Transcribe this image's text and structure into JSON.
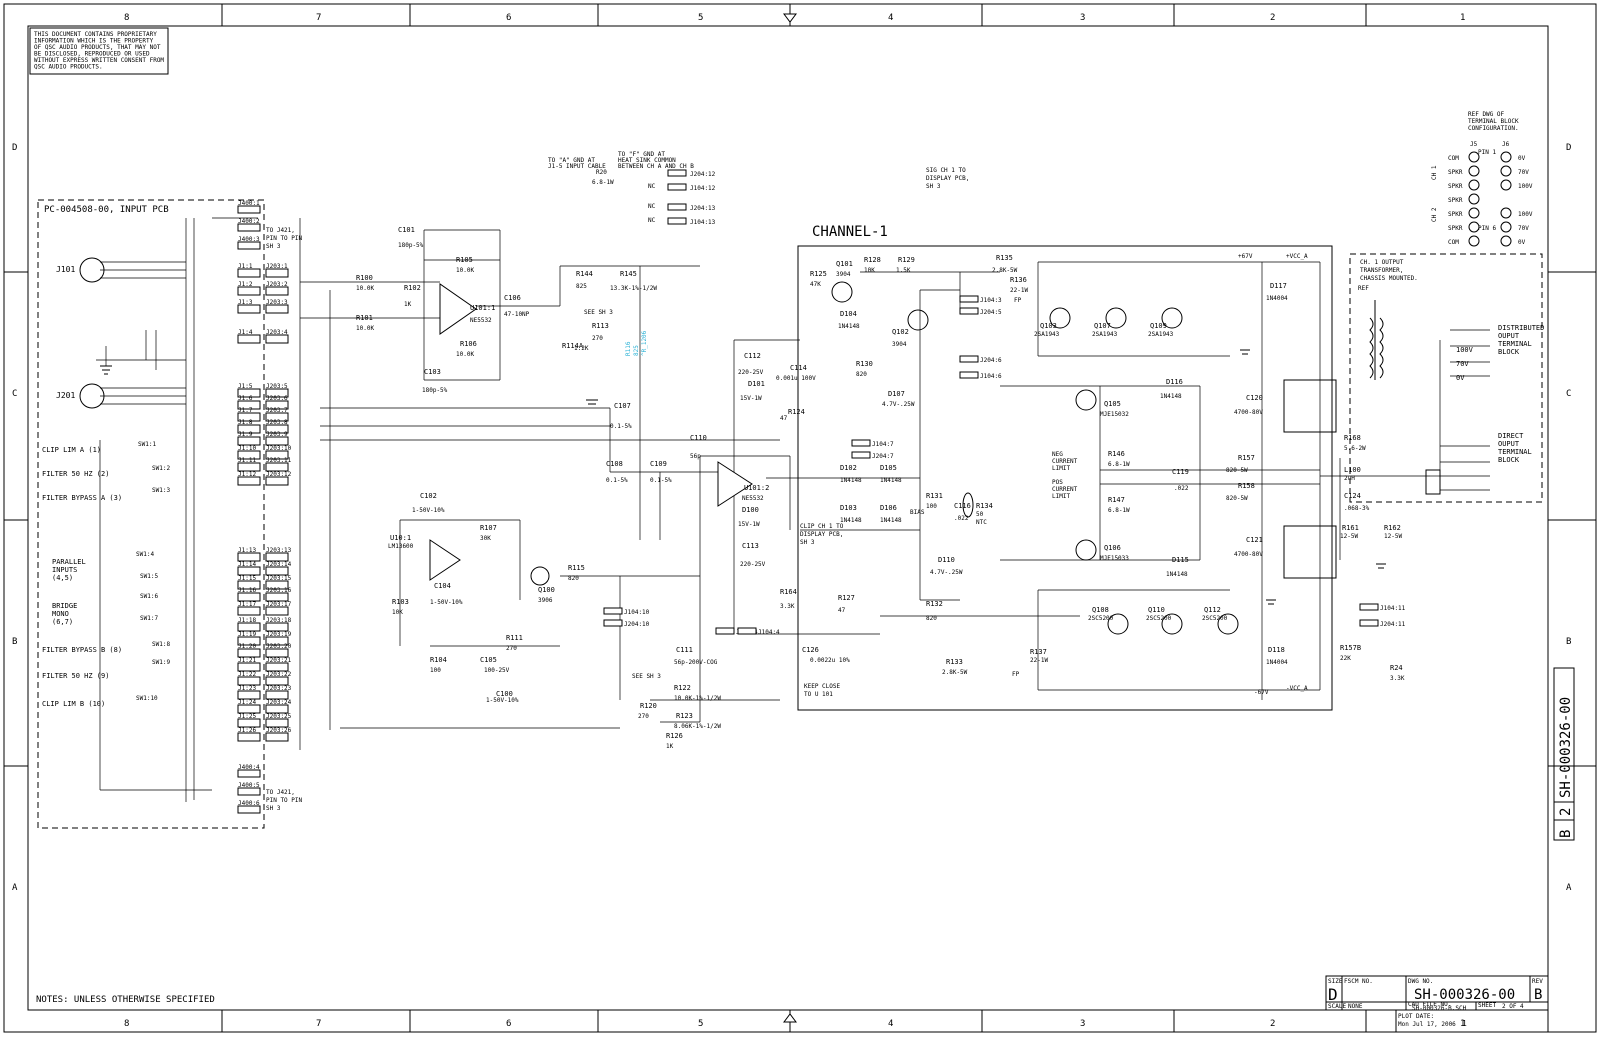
{
  "zone_columns": [
    "8",
    "7",
    "6",
    "5",
    "4",
    "3",
    "2",
    "1"
  ],
  "zone_rows": [
    "D",
    "C",
    "B",
    "A"
  ],
  "proprietary_notice": [
    "THIS DOCUMENT CONTAINS PROPRIETARY",
    "INFORMATION WHICH IS THE PROPERTY",
    "OF QSC AUDIO PRODUCTS, THAT MAY NOT",
    "BE DISCLOSED, REPRODUCED OR USED",
    "WITHOUT EXPRESS WRITTEN CONSENT FROM",
    "QSC AUDIO PRODUCTS."
  ],
  "input_pcb_label": "PC-004508-00, INPUT PCB",
  "channel_title": "CHANNEL-1",
  "notes": "NOTES: UNLESS OTHERWISE SPECIFIED",
  "switch_labels": [
    "CLIP LIM A (1)",
    "FILTER 50 HZ (2)",
    "FILTER BYPASS A (3)",
    "PARALLEL",
    "INPUTS",
    "(4,5)",
    "BRIDGE",
    "MONO",
    "(6,7)",
    "FILTER BYPASS B (8)",
    "FILTER 50 HZ (9)",
    "CLIP LIM B (10)"
  ],
  "connectors_left": [
    "J101",
    "J201"
  ],
  "header_j400": [
    "J400:1",
    "J400:2",
    "J400:3"
  ],
  "header_j400_bottom": [
    "J400:4",
    "J400:5",
    "J400:6"
  ],
  "j400_note_top": [
    "TO J421,",
    "PIN TO PIN",
    "SH 3"
  ],
  "j400_note_bottom": [
    "TO J421,",
    "PIN TO PIN",
    "SH 3"
  ],
  "j1_pins": [
    "J1:1",
    "J1:2",
    "J1:3",
    "J1:4",
    "J1:5",
    "J1:6",
    "J1:7",
    "J1:8",
    "J1:9",
    "J1:10",
    "J1:11",
    "J1:12",
    "J1:13",
    "J1:14",
    "J1:15",
    "J1:16",
    "J1:17",
    "J1:18",
    "J1:19",
    "J1:20",
    "J1:21",
    "J1:22",
    "J1:23",
    "J1:24",
    "J1:25",
    "J1:26"
  ],
  "j203_pins": [
    "J203:1",
    "J203:2",
    "J203:3",
    "J203:4",
    "J203:5",
    "J203:6",
    "J203:7",
    "J203:8",
    "J203:9",
    "J203:10",
    "J203:11",
    "J203:12",
    "J203:13",
    "J203:14",
    "J203:15",
    "J203:16",
    "J203:17",
    "J203:18",
    "J203:19",
    "J203:20",
    "J203:21",
    "J203:22",
    "J203:23",
    "J203:24",
    "J203:25",
    "J203:26"
  ],
  "switch_refs": [
    "SW1:1",
    "SW1:2",
    "SW1:3",
    "SW1:4",
    "SW1:5",
    "SW1:6",
    "SW1:7",
    "SW1:8",
    "SW1:9",
    "SW1:10"
  ],
  "components": [
    {
      "ref": "C101",
      "val": "180p-5%"
    },
    {
      "ref": "R105",
      "val": "10.0K"
    },
    {
      "ref": "R100",
      "val": "10.0K"
    },
    {
      "ref": "R102",
      "val": "1K"
    },
    {
      "ref": "R101",
      "val": "10.0K"
    },
    {
      "ref": "U101:1",
      "val": "NE5532"
    },
    {
      "ref": "C106",
      "val": "47-10NP"
    },
    {
      "ref": "R106",
      "val": "10.0K"
    },
    {
      "ref": "C103",
      "val": "180p-5%"
    },
    {
      "ref": "R144",
      "val": "825"
    },
    {
      "ref": "R145",
      "val": "13.3K-1%-1/2W"
    },
    {
      "ref": "R113",
      "val": "270"
    },
    {
      "ref": "R114A",
      "val": "1.2K"
    },
    {
      "ref": "C107",
      "val": "0.1-5%"
    },
    {
      "ref": "C108",
      "val": "0.1-5%"
    },
    {
      "ref": "C109",
      "val": "0.1-5%"
    },
    {
      "ref": "C110",
      "val": "56p"
    },
    {
      "ref": "U101:2",
      "val": "NE5532"
    },
    {
      "ref": "C112",
      "val": "220-25V"
    },
    {
      "ref": "D101",
      "val": "15V-1W"
    },
    {
      "ref": "D100",
      "val": "15V-1W"
    },
    {
      "ref": "C113",
      "val": "220-25V"
    },
    {
      "ref": "R125",
      "val": "47K"
    },
    {
      "ref": "Q101",
      "val": "3904"
    },
    {
      "ref": "R128",
      "val": "10K"
    },
    {
      "ref": "R129",
      "val": "1.5K"
    },
    {
      "ref": "Q102",
      "val": "3904"
    },
    {
      "ref": "D104",
      "val": "1N4148"
    },
    {
      "ref": "R135",
      "val": "2.8K-5W"
    },
    {
      "ref": "R130",
      "val": "820"
    },
    {
      "ref": "D107",
      "val": "4.7V-.25W"
    },
    {
      "ref": "C114",
      "val": "0.001u 100V"
    },
    {
      "ref": "R124",
      "val": "47"
    },
    {
      "ref": "D102",
      "val": "1N4148"
    },
    {
      "ref": "D105",
      "val": "1N4148"
    },
    {
      "ref": "D103",
      "val": "1N4148"
    },
    {
      "ref": "D106",
      "val": "1N4148"
    },
    {
      "ref": "R131",
      "val": "100"
    },
    {
      "ref": "C116",
      "val": ".022"
    },
    {
      "ref": "R134",
      "val": "50"
    },
    {
      "ref": "R136",
      "val": "22-1W"
    },
    {
      "ref": "Q103",
      "val": "2SA1943"
    },
    {
      "ref": "Q107",
      "val": "2SA1943"
    },
    {
      "ref": "Q109",
      "val": "2SA1943"
    },
    {
      "ref": "D117",
      "val": "1N4004"
    },
    {
      "ref": "Q105",
      "val": "MJE15032"
    },
    {
      "ref": "Q106",
      "val": "MJE15033"
    },
    {
      "ref": "D116",
      "val": "1N4148"
    },
    {
      "ref": "D115",
      "val": "1N4148"
    },
    {
      "ref": "R146",
      "val": "6.8-1W"
    },
    {
      "ref": "R147",
      "val": "6.8-1W"
    },
    {
      "ref": "C119",
      "val": ".022"
    },
    {
      "ref": "R157",
      "val": "820-5W"
    },
    {
      "ref": "R158",
      "val": "820-5W"
    },
    {
      "ref": "C120",
      "val": "4700-80V"
    },
    {
      "ref": "C121",
      "val": "4700-80V"
    },
    {
      "ref": "R168",
      "val": "5.6-2W"
    },
    {
      "ref": "L100",
      "val": "2uH"
    },
    {
      "ref": "C124",
      "val": ".068-3%"
    },
    {
      "ref": "R161",
      "val": "12-5W"
    },
    {
      "ref": "R162",
      "val": "12-5W"
    },
    {
      "ref": "Q108",
      "val": "2SC5200"
    },
    {
      "ref": "Q110",
      "val": "2SC5200"
    },
    {
      "ref": "Q112",
      "val": "2SC5200"
    },
    {
      "ref": "D118",
      "val": "1N4004"
    },
    {
      "ref": "R137",
      "val": "22-1W"
    },
    {
      "ref": "R133",
      "val": "2.8K-5W"
    },
    {
      "ref": "D110",
      "val": "4.7V-.25W"
    },
    {
      "ref": "R132",
      "val": "820"
    },
    {
      "ref": "U10:1",
      "val": "LM13600"
    },
    {
      "ref": "C102",
      "val": "1-50V-10%"
    },
    {
      "ref": "R107",
      "val": "30K"
    },
    {
      "ref": "C104",
      "val": "1-50V-10%"
    },
    {
      "ref": "R103",
      "val": "10K"
    },
    {
      "ref": "R104",
      "val": "100"
    },
    {
      "ref": "C105",
      "val": "100-25V"
    },
    {
      "ref": "C100",
      "val": "1-50V-10%"
    },
    {
      "ref": "R111",
      "val": "270"
    },
    {
      "ref": "Q100",
      "val": "3906"
    },
    {
      "ref": "R115",
      "val": "820"
    },
    {
      "ref": "R120",
      "val": "270"
    },
    {
      "ref": "R122",
      "val": "10.0K-1%-1/2W"
    },
    {
      "ref": "R123",
      "val": "8.06K-1%-1/2W"
    },
    {
      "ref": "C111",
      "val": "56p-200V-COG"
    },
    {
      "ref": "R126",
      "val": "1K"
    },
    {
      "ref": "C126",
      "val": "0.0022u 10%"
    },
    {
      "ref": "R164",
      "val": "3.3K"
    },
    {
      "ref": "R127",
      "val": "47"
    },
    {
      "ref": "R157B",
      "val": "22K"
    },
    {
      "ref": "R24",
      "val": "3.3K"
    }
  ],
  "annotations": {
    "sig_ch1": [
      "SIG CH 1 TO",
      "DISPLAY PCB,",
      "SH 3"
    ],
    "clip_ch1": [
      "CLIP CH 1 TO",
      "DISPLAY PCB,",
      "SH 3"
    ],
    "see_sh3": "SEE SH 3",
    "keep_close": [
      "KEEP CLOSE",
      "TO U 101"
    ],
    "neg_limit": [
      "NEG",
      "CURRENT",
      "LIMIT"
    ],
    "pos_limit": [
      "POS",
      "CURRENT",
      "LIMIT"
    ],
    "bias": "BIAS",
    "ntc": "NTC",
    "fp": "FP",
    "output_xfmr": [
      "CH. 1 OUTPUT",
      "TRANSFORMER,",
      "CHASSIS MOUNTED."
    ],
    "ref": "REF",
    "distributed": [
      "DISTRIBUTED",
      "OUPUT",
      "TERMINAL",
      "BLOCK"
    ],
    "direct": [
      "DIRECT",
      "OUPUT",
      "TERMINAL",
      "BLOCK"
    ],
    "taps": [
      "100V",
      "70V",
      "0V"
    ],
    "cyan_note": [
      "R116",
      "825",
      "^R_1206"
    ],
    "to_gnd": [
      "TO \"A\" GND AT",
      "J1-5 INPUT CABLE"
    ],
    "to_heatsink": [
      "TO \"F\" GND AT",
      "HEAT SINK COMMON",
      "BETWEEN CH A AND CH B"
    ],
    "rails": {
      "pos": "+67V",
      "neg": "-67V",
      "vcc": "+VCC_A",
      "vee": "-VCC_A"
    }
  },
  "jumpers_top": [
    {
      "ref": "R20",
      "val": "6.8-1W",
      "pin": "J204:12"
    },
    {
      "ref": "NC",
      "val": "",
      "pin": "J104:12"
    },
    {
      "ref": "NC",
      "val": "",
      "pin": "J204:13"
    },
    {
      "ref": "NC",
      "val": "",
      "pin": "J104:13"
    }
  ],
  "connectors_mid": [
    "J104:3",
    "J204:5",
    "J204:6",
    "J104:6",
    "J104:7",
    "J204:7",
    "J104:10",
    "J204:10",
    "J204:4",
    "J104:4",
    "J104:11",
    "J204:11"
  ],
  "terminal_ref": {
    "title": [
      "REF DWG OF",
      "TERMINAL BLOCK",
      "CONFIGURATION."
    ],
    "cols": [
      "J5",
      "J6"
    ],
    "pin1": "PIN 1",
    "pin6": "PIN 6",
    "ch1": "CH 1",
    "ch2": "CH 2",
    "left": [
      "COM",
      "SPKR",
      "SPKR",
      "SPKR",
      "SPKR",
      "SPKR",
      "COM"
    ],
    "right": [
      "0V",
      "70V",
      "100V",
      "100V",
      "70V",
      "0V"
    ]
  },
  "title_block": {
    "size_label": "SIZE",
    "size": "D",
    "fscm_label": "FSCM NO.",
    "dwg_label": "DWG NO.",
    "dwg_no": "SH-000326-00",
    "rev_label": "REV",
    "rev": "B",
    "scale_label": "SCALE",
    "scale": "NONE",
    "cad_label": "CAD FILE NO.",
    "cad_file": "SH-000326-B.SCH",
    "sheet_label": "SHEET",
    "sheet": "2 OF 4",
    "plot_label": "PLOT DATE:",
    "plot_date": "Mon Jul 17, 2006",
    "bottom_zone": "1"
  },
  "side_tag": {
    "rev": "B",
    "sheet": "2",
    "dwg": "SH-000326-00"
  }
}
